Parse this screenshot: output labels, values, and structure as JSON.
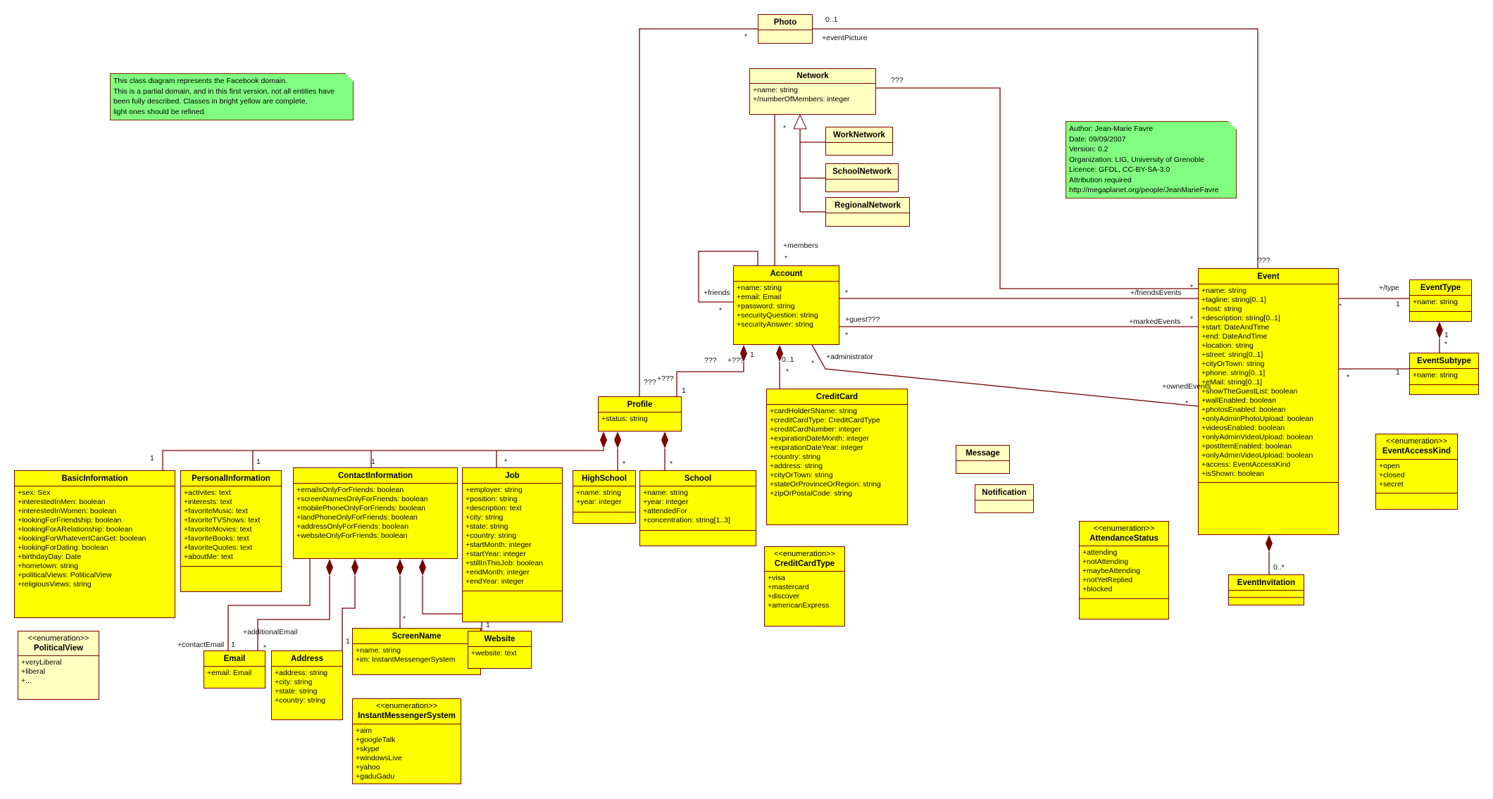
{
  "colors": {
    "complete": "#ffff00",
    "to_refine": "#ffffc0",
    "line": "#7a0000",
    "note": "#80ff80"
  },
  "notes": [
    {
      "id": "intro-note",
      "lines": [
        "This class diagram represents the Facebook domain.",
        "This is a partial domain, and in this first version, not all entities have",
        "been fully described. Classes in bright yellow are complete,",
        "light ones should be refined."
      ]
    },
    {
      "id": "author-note",
      "lines": [
        "Author: Jean-Marie Favre",
        "Date: 09/09/2007",
        "Version: 0.2",
        "Organization: LIG, University of Grenoble",
        "Licence: GFDL, CC-BY-SA-3.0",
        "Attribution required",
        "http://megaplanet.org/people/JeanMarieFavre"
      ]
    }
  ],
  "classes": [
    {
      "id": "photo",
      "name": "Photo",
      "tone": "to_refine",
      "attrs": []
    },
    {
      "id": "network",
      "name": "Network",
      "tone": "to_refine",
      "attrs": [
        "+name: string",
        "+/numberOfMembers: integer"
      ]
    },
    {
      "id": "worknetwork",
      "name": "WorkNetwork",
      "tone": "to_refine",
      "attrs": []
    },
    {
      "id": "schoolnetwork",
      "name": "SchoolNetwork",
      "tone": "to_refine",
      "attrs": []
    },
    {
      "id": "regionalnetwork",
      "name": "RegionalNetwork",
      "tone": "to_refine",
      "attrs": []
    },
    {
      "id": "account",
      "name": "Account",
      "tone": "complete",
      "attrs": [
        "+name: string",
        "+email: Email",
        "+password: string",
        "+securityQuestion: string",
        "+securityAnswer: string"
      ]
    },
    {
      "id": "event",
      "name": "Event",
      "tone": "complete",
      "attrs": [
        "+name: string",
        "+tagline: string[0..1]",
        "+host: string",
        "+description: string[0..1]",
        "+start: DateAndTime",
        "+end: DateAndTime",
        "+location: string",
        "+street: string[0..1]",
        "+cityOrTown: string",
        "+phone: string[0..1]",
        "+eMail: string[0..1]",
        "+showTheGuestList: boolean",
        "+wallEnabled: boolean",
        "+photosEnabled: boolean",
        "+onlyAdminPhotoUpload: boolean",
        "+videosEnabled: boolean",
        "+onlyAdminVideoUpload: boolean",
        "+postItemEnabled: boolean",
        "+onlyAdminVideoUpload: boolean",
        "+access: EventAccessKind",
        "+isShown: boolean"
      ]
    },
    {
      "id": "eventtype",
      "name": "EventType",
      "tone": "complete",
      "attrs": [
        "+name: string"
      ]
    },
    {
      "id": "eventsubtype",
      "name": "EventSubtype",
      "tone": "complete",
      "attrs": [
        "+name: string"
      ]
    },
    {
      "id": "eventaccesskind",
      "name": "EventAccessKind",
      "stereotype": "<<enumeration>>",
      "tone": "complete",
      "attrs": [
        "+open",
        "+closed",
        "+secret"
      ]
    },
    {
      "id": "eventinvitation",
      "name": "EventInvitation",
      "tone": "complete",
      "attrs": []
    },
    {
      "id": "attendancestatus",
      "name": "AttendanceStatus",
      "stereotype": "<<enumeration>>",
      "tone": "complete",
      "attrs": [
        "+attending",
        "+notAttending",
        "+maybeAttending",
        "+notYetReplied",
        "+blocked"
      ]
    },
    {
      "id": "message",
      "name": "Message",
      "tone": "to_refine",
      "attrs": []
    },
    {
      "id": "notification",
      "name": "Notification",
      "tone": "to_refine",
      "attrs": []
    },
    {
      "id": "creditcard",
      "name": "CreditCard",
      "tone": "complete",
      "attrs": [
        "+cardHolderSName: string",
        "+creditCardType: CreditCardType",
        "+creditCardNumber: integer",
        "+expirationDateMonth: integer",
        "+expirationDateYear: integer",
        "+country: string",
        "+address: string",
        "+cityOrTown: string",
        "+stateOrProvinceOrRegion: string",
        "+zipOrPostalCode: string"
      ]
    },
    {
      "id": "creditcardtype",
      "name": "CreditCardType",
      "stereotype": "<<enumeration>>",
      "tone": "complete",
      "attrs": [
        "+visa",
        "+mastercard",
        "+discover",
        "+americanExpress"
      ]
    },
    {
      "id": "profile",
      "name": "Profile",
      "tone": "complete",
      "attrs": [
        "+status: string"
      ]
    },
    {
      "id": "highschool",
      "name": "HighSchool",
      "tone": "complete",
      "attrs": [
        "+name: string",
        "+year: integer"
      ]
    },
    {
      "id": "school",
      "name": "School",
      "tone": "complete",
      "attrs": [
        "+name: string",
        "+year: integer",
        "+attendedFor",
        "+concentration: string[1..3]"
      ]
    },
    {
      "id": "basicinformation",
      "name": "BasicInformation",
      "tone": "complete",
      "attrs": [
        "+sex: Sex",
        "+interestedInMen: boolean",
        "+interestedInWomen: boolean",
        "+lookingForFriendship: boolean",
        "+lookingForARelationship: boolean",
        "+lookingForWhateverICanGet: boolean",
        "+lookingForDating: boolean",
        "+birthdayDay: Date",
        "+hometown: string",
        "+politicalViews: PoliticalView",
        "+religiousViews: string"
      ]
    },
    {
      "id": "personalinformation",
      "name": "PersonalInformation",
      "tone": "complete",
      "attrs": [
        "+activites: text",
        "+interests: text",
        "+favoriteMusic: text",
        "+favoriteTVShows: text",
        "+favoriteMovies: text",
        "+favoriteBooks: text",
        "+favoriteQuotes: text",
        "+aboutMe: text"
      ]
    },
    {
      "id": "contactinformation",
      "name": "ContactInformation",
      "tone": "complete",
      "attrs": [
        "+emailsOnlyForFriends: boolean",
        "+screenNamesOnlyForFriends: boolean",
        "+mobilePhoneOnlyForFriends: boolean",
        "+landPhoneOnlyForFriends: boolean",
        "+addressOnlyForFriends: boolean",
        "+websiteOnlyForFriends: boolean"
      ]
    },
    {
      "id": "job",
      "name": "Job",
      "tone": "complete",
      "attrs": [
        "+employer: string",
        "+position: string",
        "+description: text",
        "+city: string",
        "+state: string",
        "+country: string",
        "+startMonth: integer",
        "+startYear: integer",
        "+stillInThisJob: boolean",
        "+endMonth: integer",
        "+endYear: integer"
      ]
    },
    {
      "id": "politicalview",
      "name": "PoliticalView",
      "stereotype": "<<enumeration>>",
      "tone": "to_refine",
      "attrs": [
        "+veryLiberal",
        "+liberal",
        "+..."
      ]
    },
    {
      "id": "email",
      "name": "Email",
      "tone": "complete",
      "attrs": [
        "+email: Email"
      ]
    },
    {
      "id": "address",
      "name": "Address",
      "tone": "complete",
      "attrs": [
        "+address: string",
        "+city: string",
        "+state: string",
        "+country: string"
      ]
    },
    {
      "id": "screenname",
      "name": "ScreenName",
      "tone": "complete",
      "attrs": [
        "+name: string",
        "+im: InstantMessengerSystem"
      ]
    },
    {
      "id": "website",
      "name": "Website",
      "tone": "complete",
      "attrs": [
        "+website: text"
      ]
    },
    {
      "id": "instantmessengersystem",
      "name": "InstantMessengerSystem",
      "stereotype": "<<enumeration>>",
      "tone": "complete",
      "attrs": [
        "+aim",
        "+googleTalk",
        "+skype",
        "+windowsLive",
        "+yahoo",
        "+gaduGadu"
      ]
    }
  ],
  "labels": [
    "0..1",
    "+eventPicture",
    "*",
    "???",
    "*",
    "+members",
    "*",
    "+friends",
    "*",
    "*",
    "+/friendsEvents",
    "*",
    "+guest???",
    "*",
    "+markedEvents",
    "*",
    "+administrator",
    "*",
    "+ownedEvents",
    "*",
    "1",
    "+???",
    "???",
    "+???",
    "???",
    "1",
    "0..1",
    "*",
    "???",
    "+/type",
    "1",
    "*",
    "1",
    "*",
    "*",
    "1",
    "0..*",
    "1",
    "1",
    "1",
    "*",
    "*",
    "*",
    "+contactEmail",
    "1",
    "+additionalEmail",
    "*",
    "1",
    "*",
    "1"
  ]
}
